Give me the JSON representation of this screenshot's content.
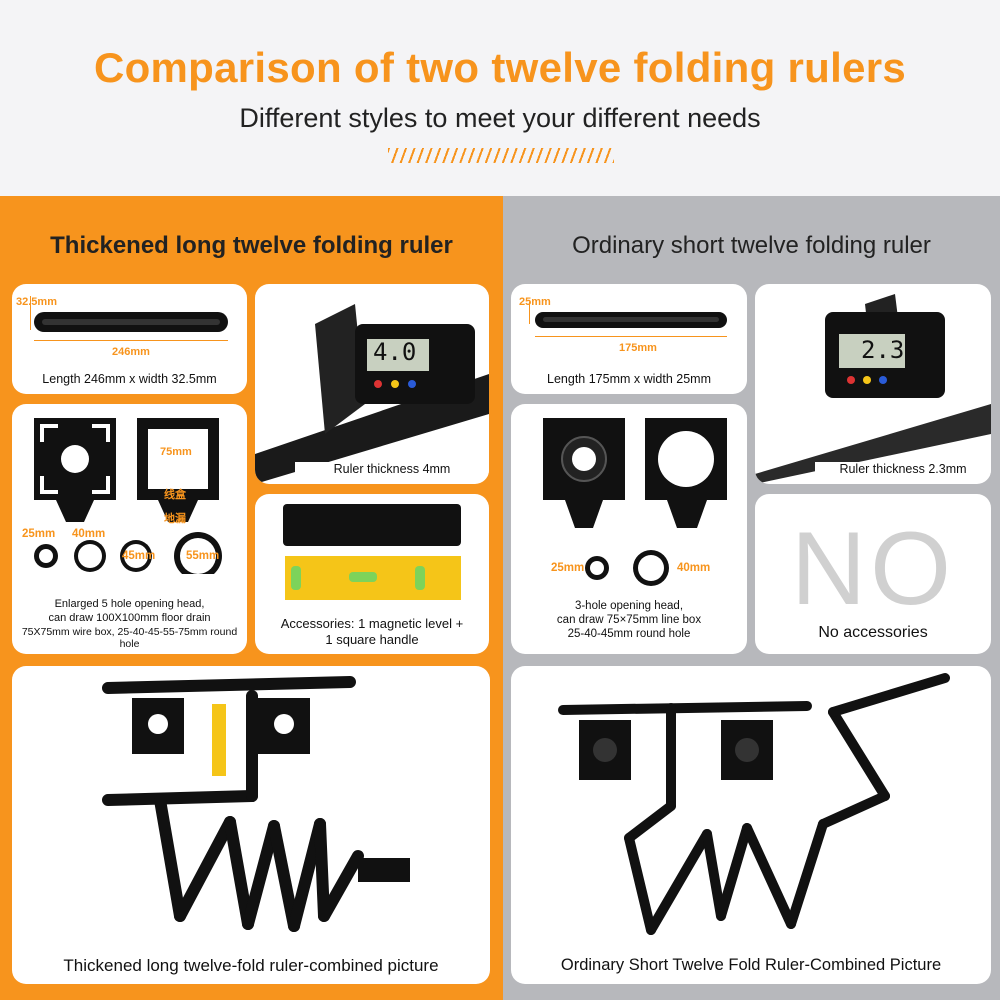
{
  "header": {
    "title": "Comparison of two twelve folding rulers",
    "subtitle": "Different styles to meet your different needs"
  },
  "left": {
    "title": "Thickened long twelve folding ruler",
    "ruler": {
      "width_label": "32.5mm",
      "length_label": "246mm",
      "caption": "Length 246mm x width 32.5mm"
    },
    "caliper": {
      "reading": "4.0",
      "caption": "Ruler thickness 4mm"
    },
    "templates": {
      "size_label": "75mm",
      "label_box": "线盒",
      "label_drain": "地漏",
      "rings": [
        "25mm",
        "40mm",
        "45mm",
        "55mm"
      ],
      "caption": [
        "Enlarged 5 hole opening head,",
        "can draw 100X100mm floor drain",
        "75X75mm wire box, 25-40-45-55-75mm round hole"
      ]
    },
    "accessories": {
      "caption": [
        "Accessories: 1 magnetic level +",
        "1 square handle"
      ]
    },
    "combined": {
      "caption": "Thickened long twelve-fold ruler-combined picture"
    }
  },
  "right": {
    "title": "Ordinary short twelve folding ruler",
    "ruler": {
      "width_label": "25mm",
      "length_label": "175mm",
      "caption": "Length 175mm x width 25mm"
    },
    "caliper": {
      "reading": "2.3",
      "caption": "Ruler thickness 2.3mm"
    },
    "templates": {
      "rings": [
        "25mm",
        "40mm"
      ],
      "caption": [
        "3-hole opening head,",
        "can draw 75×75mm line box",
        "25-40-45mm round hole"
      ]
    },
    "accessories": {
      "no_text": "NO",
      "caption": "No accessories"
    },
    "combined": {
      "caption": "Ordinary Short Twelve Fold Ruler-Combined Picture"
    }
  },
  "colors": {
    "accent": "#f7941d",
    "right_panel": "#b7b8bc",
    "level_yellow": "#f5c518"
  }
}
